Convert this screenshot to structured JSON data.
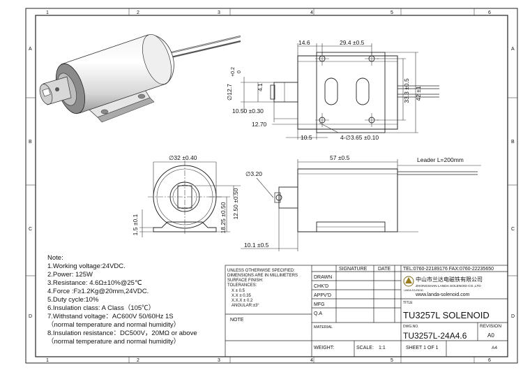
{
  "zones_top": [
    "1",
    "2",
    "3",
    "4",
    "5",
    "6"
  ],
  "zones_side": [
    "A",
    "B",
    "C",
    "D"
  ],
  "dims": {
    "d14_6": "14.6",
    "d29_4": "29.4 ±0.5",
    "d0_2": "+0.2\n0",
    "d0_2a": "+0.2",
    "d0_2b": "0",
    "d12_7": "∅12.7",
    "d4_1": "4.1",
    "d42": "42 ±1",
    "d33_3": "33.3 ±0.5",
    "d10_50": "10.50 ±0.30",
    "d12_70": "12.70",
    "d10_5": "10.5",
    "holes": "4-∅3.65 ±0.10",
    "d32": "∅32 ±0.40",
    "d3_20": "∅3.20",
    "d57": "57 ±0.5",
    "leader": "Leader L=200mm",
    "d12_50": "12.50 ±0.50",
    "d1_5": "1.5 ±0.1",
    "d18_25": "18.25 ±0.50",
    "d10_1": "10.1 ±0.5"
  },
  "notes": {
    "title": "Note:",
    "lines": [
      "1.Working voltage:24VDC.",
      "2.Power: 125W",
      "3.Resistance: 4.6Ω±10%@25℃",
      "4.Force :F≥1.2Kg@20mm,24VDC.",
      "5.Duty cycle:10%",
      "6.Insulation class: A  Class（105℃）",
      "7.Withstand voltage：AC600V 50/60Hz 1S",
      "（normal temperature and normal humidity）",
      "8.Insulation resistance：DC500V，20MΩ or above",
      "（normal temperature and normal humidity）"
    ]
  },
  "title_block": {
    "unless": "UNLESS OTHERWISE SPECIFIED:",
    "dims_mm": "DIMENSIONS ARE IN MILLIMETERS",
    "surface": "SURFACE FINISH:",
    "tolerances": "TOLERANCES:",
    "tol_x": "X      ± 0.5",
    "tol_xx": "X.X      ± 0.35",
    "tol_xxx": "X.X.X     ± 0.2",
    "tol_angular": "ANGULAR:±3°",
    "note_label": "NOTE",
    "signature": "SIGNATURE",
    "date": "DATE",
    "drawn": "DRAWN",
    "chkd": "CHK'D",
    "appvd": "APPV'D",
    "mfg": "MFG",
    "qa": "Q.A",
    "material": "MATERIAL",
    "weight": "WEIGHT:",
    "scale": "SCALE:",
    "scale_value": "1:1",
    "tel": "TEL:0760-22189176  FAX:0760-22235650",
    "company_cn": "中山市兰达电磁铁有限公司",
    "company_en": "ZHONGSHAN LANDA SOLENOID CO.,LTD",
    "website": "www.landa-solenoid.com",
    "logo_sub": "LANDA SOLENOID",
    "title_label": "TITLE",
    "title_value": "TU3257L SOLENOID",
    "dwg_label": "DWG.NO.",
    "dwg_value": "TU3257L-24A4.6",
    "revision_label": "REVISION",
    "revision_value": "A0",
    "sheet": "SHEET 1 OF 1",
    "size": "A4"
  }
}
